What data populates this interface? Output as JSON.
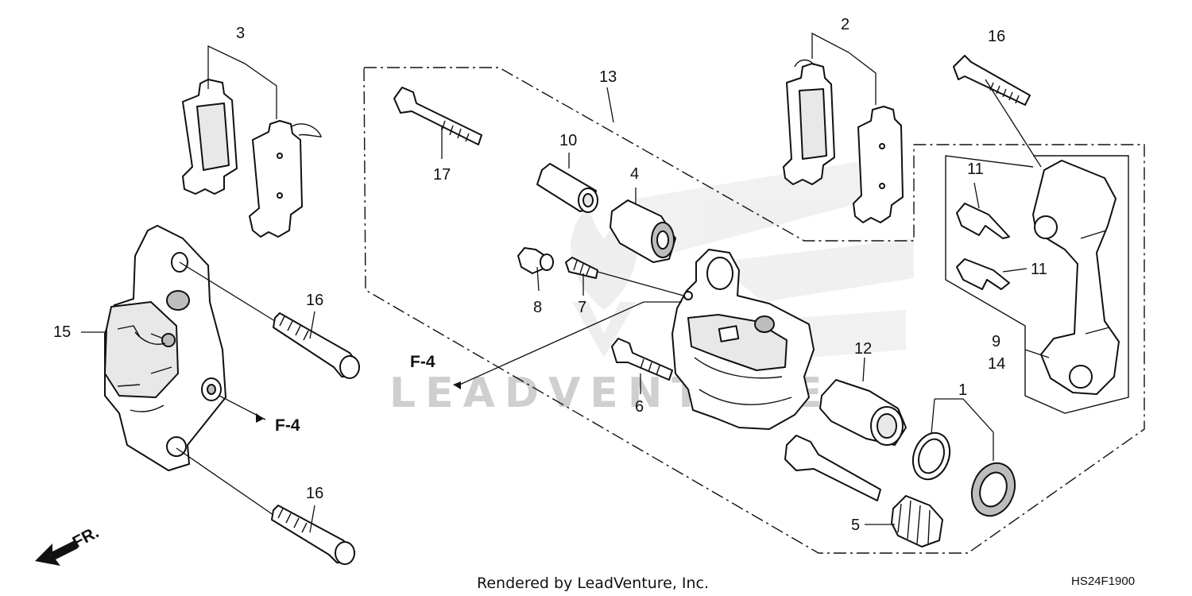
{
  "diagram": {
    "callouts": {
      "n1": "1",
      "n2": "2",
      "n3": "3",
      "n4": "4",
      "n5": "5",
      "n6": "6",
      "n7": "7",
      "n8": "8",
      "n9": "9",
      "n10": "10",
      "n11a": "11",
      "n11b": "11",
      "n12": "12",
      "n13": "13",
      "n14": "14",
      "n15": "15",
      "n16a": "16",
      "n16b": "16",
      "n16c": "16",
      "n17": "17"
    },
    "references": {
      "f4_left": "F-4",
      "f4_center": "F-4",
      "front": "FR."
    },
    "watermark": "LEADVENTURE",
    "footer": {
      "credit": "Rendered by LeadVenture, Inc.",
      "diagram_code": "HS24F1900"
    }
  }
}
